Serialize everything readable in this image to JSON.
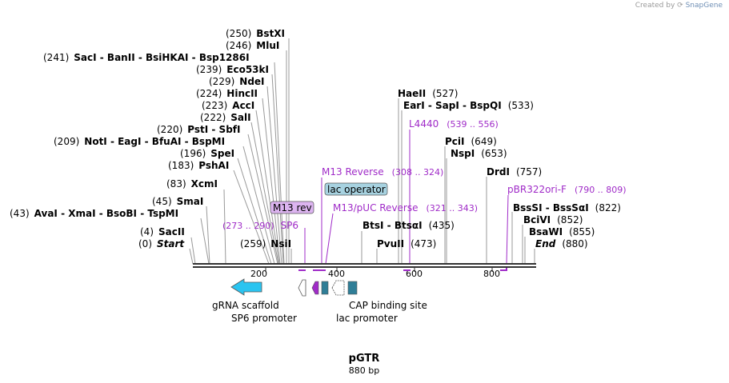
{
  "header": {
    "created_by": "Created by",
    "brand": "SnapGene"
  },
  "plasmid": {
    "name": "pGTR",
    "length_label": "880 bp",
    "length": 880
  },
  "ruler": {
    "ticks": [
      200,
      400,
      600,
      800
    ],
    "tick_labels": [
      "200",
      "400",
      "600",
      "800"
    ]
  },
  "sites": [
    {
      "pos": "(250)",
      "label": "BstXI",
      "bp": 250
    },
    {
      "pos": "(246)",
      "label": "MluI",
      "bp": 246
    },
    {
      "pos": "(241)",
      "label": "SacI  -  BanII  -  BsiHKAI  -  Bsp1286I",
      "bp": 241
    },
    {
      "pos": "(239)",
      "label": "Eco53kI",
      "bp": 239
    },
    {
      "pos": "(229)",
      "label": "NdeI",
      "bp": 229
    },
    {
      "pos": "(224)",
      "label": "HincII",
      "bp": 224
    },
    {
      "pos": "(223)",
      "label": "AccI",
      "bp": 223
    },
    {
      "pos": "(222)",
      "label": "SalI",
      "bp": 222
    },
    {
      "pos": "(220)",
      "label": "PstI  -  SbfI",
      "bp": 220
    },
    {
      "pos": "(209)",
      "label": "NotI  -  EagI  -  BfuAI  -  BspMI",
      "bp": 209
    },
    {
      "pos": "(196)",
      "label": "SpeI",
      "bp": 196
    },
    {
      "pos": "(183)",
      "label": "PshAI",
      "bp": 183
    },
    {
      "pos": "(83)",
      "label": "XcmI",
      "bp": 83
    },
    {
      "pos": "(45)",
      "label": "SmaI",
      "bp": 45
    },
    {
      "pos": "(43)",
      "label": "AvaI  -  XmaI  -  BsoBI  -  TspMI",
      "bp": 43
    },
    {
      "pos": "(4)",
      "label": "SacII",
      "bp": 4
    },
    {
      "pos": "(0)",
      "label": "Start",
      "bp": 0
    },
    {
      "pos": "(259)",
      "label": "NsiI",
      "bp": 259
    },
    {
      "pos": "(527)",
      "label": "HaeII",
      "bp": 527
    },
    {
      "pos": "(533)",
      "label": "EarI  -  SapI  -  BspQI",
      "bp": 533
    },
    {
      "pos": "(649)",
      "label": "PciI",
      "bp": 649
    },
    {
      "pos": "(653)",
      "label": "NspI",
      "bp": 653
    },
    {
      "pos": "(757)",
      "label": "DrdI",
      "bp": 757
    },
    {
      "pos": "(822)",
      "label": "BssSI  -  BssSαI",
      "bp": 822
    },
    {
      "pos": "(852)",
      "label": "BciVI",
      "bp": 852
    },
    {
      "pos": "(855)",
      "label": "BsaWI",
      "bp": 855
    },
    {
      "pos": "(880)",
      "label": "End",
      "bp": 880
    },
    {
      "pos": "(435)",
      "label": "BtsI  -  BtsαI",
      "bp": 435
    },
    {
      "pos": "(473)",
      "label": "PvuII",
      "bp": 473
    }
  ],
  "primers": [
    {
      "label": "L4440",
      "range": "(539 .. 556)"
    },
    {
      "label": "M13 Reverse",
      "range": "(308 .. 324)"
    },
    {
      "label": "M13/pUC Reverse",
      "range": "(321 .. 343)"
    },
    {
      "label": "pBR322ori-F",
      "range": "(790 .. 809)"
    },
    {
      "label": "SP6",
      "range": "(273 .. 290)"
    }
  ],
  "boxed_labels": {
    "m13_rev": "M13 rev",
    "lac_operator": "lac operator"
  },
  "features": [
    {
      "label": "gRNA scaffold"
    },
    {
      "label": "SP6 promoter"
    },
    {
      "label": "CAP binding site"
    },
    {
      "label": "lac promoter"
    }
  ],
  "colors": {
    "primer": "#a02cc8",
    "grna_arrow": "#2ac4f0",
    "cap_box": "#2f7e97",
    "m13rev_bg": "#dcb4f0",
    "lac_operator_bg": "#a7d2e0",
    "backbone": "#333333"
  }
}
